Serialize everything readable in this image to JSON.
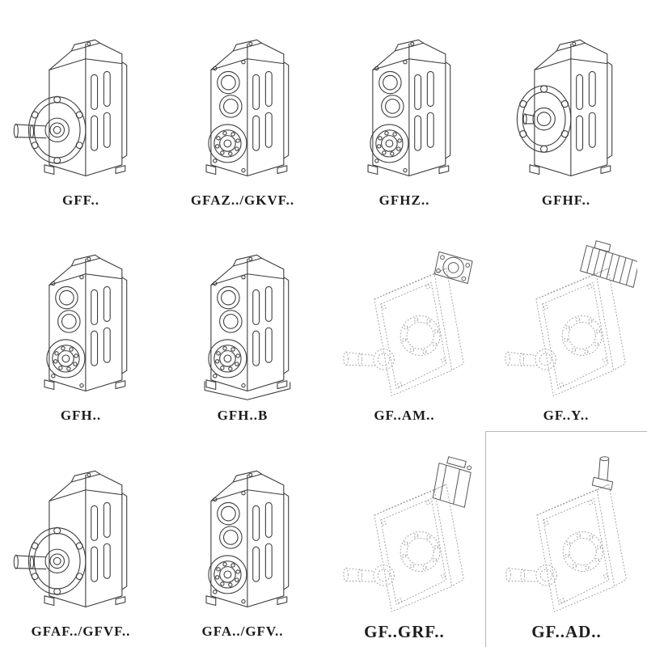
{
  "page": {
    "background": "#ffffff"
  },
  "colors": {
    "line": "#3b3b3b",
    "light_line": "#9a9a9a",
    "attachment_line": "#555555",
    "frame_border": "#b8b8b8",
    "label_text": "#1c1c1c"
  },
  "products": [
    {
      "name": "gff",
      "label": "GFF..",
      "view": "upright",
      "detail": "flange-shaft",
      "line_style": "solid"
    },
    {
      "name": "gfaz-gkvf",
      "label": "GFAZ../GKVF..",
      "view": "upright",
      "detail": "hollow",
      "line_style": "solid"
    },
    {
      "name": "gfhz",
      "label": "GFHZ..",
      "view": "upright",
      "detail": "hollow",
      "line_style": "solid"
    },
    {
      "name": "gfhf",
      "label": "GFHF..",
      "view": "upright",
      "detail": "flange",
      "line_style": "solid"
    },
    {
      "name": "gfh",
      "label": "GFH..",
      "view": "upright",
      "detail": "hollow",
      "line_style": "solid"
    },
    {
      "name": "gfh-b",
      "label": "GFH..B",
      "view": "upright",
      "detail": "hollow-base",
      "line_style": "solid"
    },
    {
      "name": "gf-am",
      "label": "GF..AM..",
      "view": "tilted",
      "attachment": "adapter-flange",
      "line_style": "dotted"
    },
    {
      "name": "gf-y",
      "label": "GF..Y..",
      "view": "tilted",
      "attachment": "motor",
      "line_style": "dotted"
    },
    {
      "name": "gfaf-gfvf",
      "label": "GFAF../GFVF..",
      "view": "upright",
      "detail": "flange-shaft",
      "line_style": "solid"
    },
    {
      "name": "gfa-gfv",
      "label": "GFA../GFV..",
      "view": "upright",
      "detail": "hollow",
      "line_style": "solid"
    },
    {
      "name": "gf-grf",
      "label": "GF..GRF..",
      "view": "tilted",
      "attachment": "adapter-block",
      "line_style": "dotted"
    },
    {
      "name": "gf-ad",
      "label": "GF..AD..",
      "view": "tilted",
      "attachment": "shaft-up",
      "line_style": "dotted"
    }
  ]
}
